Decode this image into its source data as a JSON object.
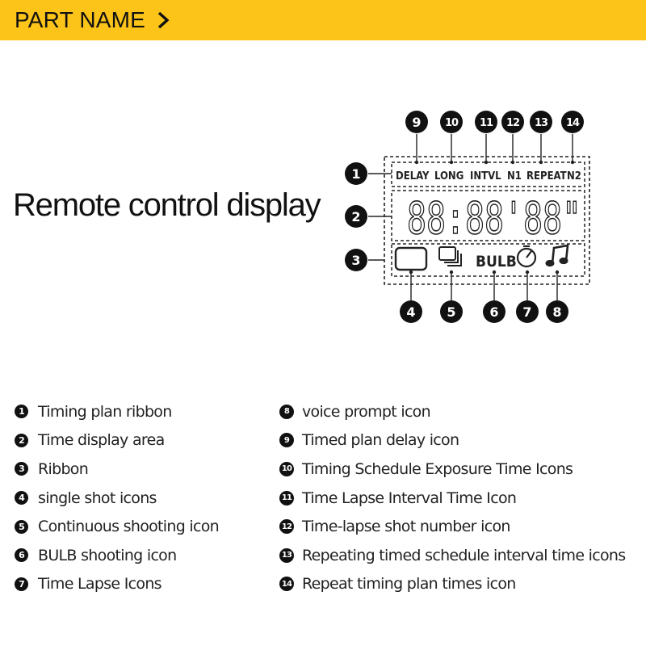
{
  "header": {
    "title": "PART NAME",
    "chevron_icon": "chevron-right-icon",
    "accent_color": "#fcc419"
  },
  "title": "Remote control display",
  "lcd": {
    "top_labels": [
      "DELAY",
      "LONG",
      "INTVL",
      "N1",
      "REPEAT",
      "N2"
    ],
    "time_digits": "88:88'88\"",
    "bulb_label": "BULB",
    "callouts": [
      "1",
      "2",
      "3",
      "4",
      "5",
      "6",
      "7",
      "8",
      "9",
      "10",
      "11",
      "12",
      "13",
      "14"
    ]
  },
  "legend": {
    "left": [
      {
        "num": "1",
        "text": "Timing plan ribbon"
      },
      {
        "num": "2",
        "text": "Time display area"
      },
      {
        "num": "3",
        "text": "Ribbon"
      },
      {
        "num": "4",
        "text": "single shot icons"
      },
      {
        "num": "5",
        "text": "Continuous shooting icon"
      },
      {
        "num": "6",
        "text": "BULB shooting icon"
      },
      {
        "num": "7",
        "text": "Time Lapse Icons"
      }
    ],
    "right": [
      {
        "num": "8",
        "text": "voice prompt icon"
      },
      {
        "num": "9",
        "text": "Timed plan delay icon"
      },
      {
        "num": "10",
        "text": "Timing Schedule Exposure Time Icons"
      },
      {
        "num": "11",
        "text": "Time Lapse Interval Time Icon"
      },
      {
        "num": "12",
        "text": "Time-lapse shot number icon"
      },
      {
        "num": "13",
        "text": "Repeating timed schedule interval time icons"
      },
      {
        "num": "14",
        "text": "Repeat timing plan times icon"
      }
    ]
  }
}
